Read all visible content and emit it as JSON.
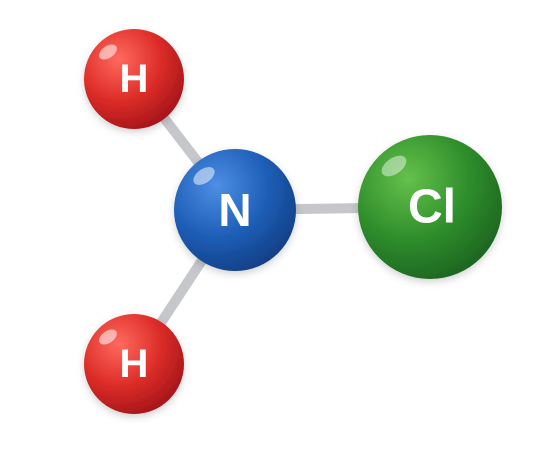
{
  "molecule": {
    "atoms": {
      "n": {
        "symbol": "N",
        "color": "#1f5fb8"
      },
      "cl": {
        "symbol": "Cl",
        "color": "#2f8f2c"
      },
      "h_top": {
        "symbol": "H",
        "color": "#d62a26"
      },
      "h_bottom": {
        "symbol": "H",
        "color": "#d62a26"
      }
    },
    "bond_color": "#c6c7cb",
    "bonds": [
      {
        "from": "n",
        "to": "h_top"
      },
      {
        "from": "n",
        "to": "h_bottom"
      },
      {
        "from": "n",
        "to": "cl"
      }
    ]
  }
}
